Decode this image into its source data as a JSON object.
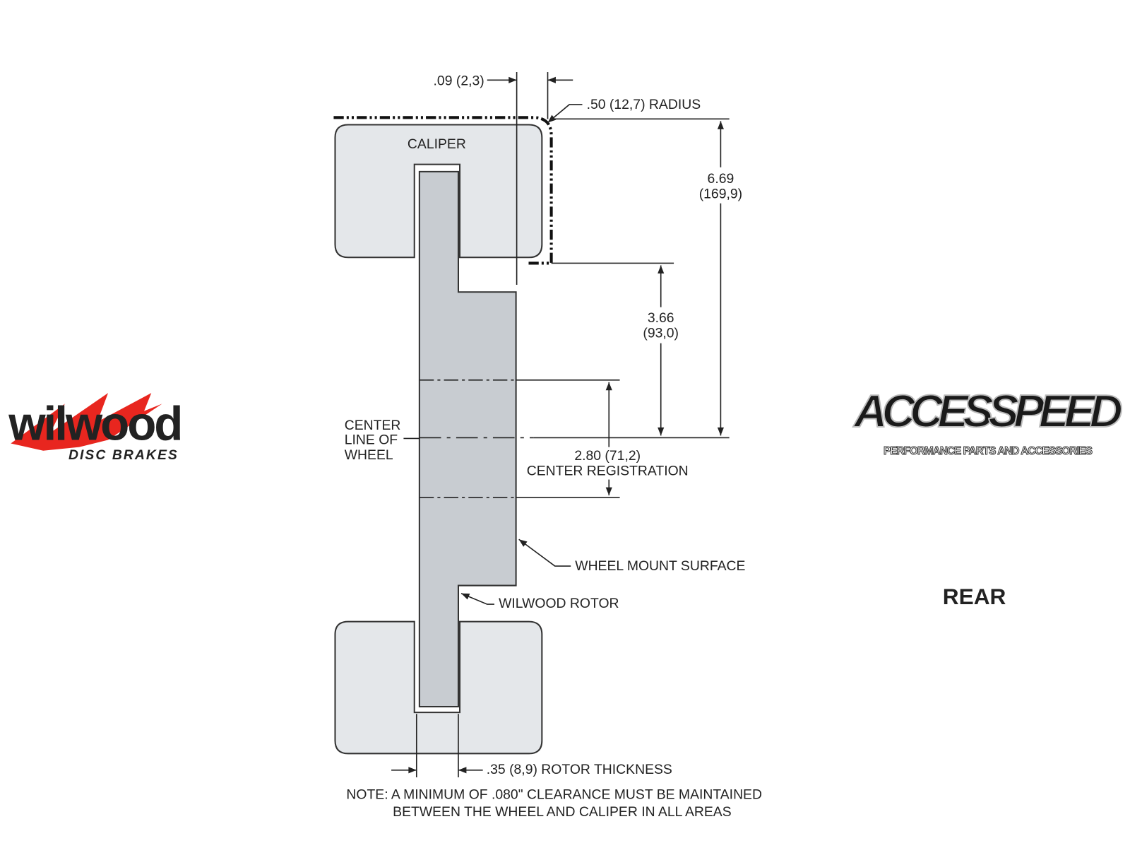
{
  "logos": {
    "left": {
      "name": "wilwood",
      "subtitle": "DISC BRAKES",
      "accent": "#e8261f"
    },
    "right": {
      "name": "ACCESSPEED",
      "subtitle": "PERFORMANCE PARTS AND ACCESSORIES"
    }
  },
  "diagram": {
    "caliper_label": "CALIPER",
    "dim_offset": ".09 (2,3)",
    "dim_radius": ".50 (12,7) RADIUS",
    "dim_total": {
      "value": "6.69",
      "metric": "(169,9)"
    },
    "dim_upper": {
      "value": "3.66",
      "metric": "(93,0)"
    },
    "centerline": [
      "CENTER",
      "LINE OF",
      "WHEEL"
    ],
    "center_registration": {
      "value": "2.80 (71,2)",
      "label": "CENTER REGISTRATION"
    },
    "wheel_mount_label": "WHEEL MOUNT SURFACE",
    "rotor_label": "WILWOOD ROTOR",
    "rotor_thickness": ".35 (8,9) ROTOR THICKNESS",
    "note": [
      "NOTE: A MINIMUM OF .080\" CLEARANCE MUST BE MAINTAINED",
      "BETWEEN THE WHEEL AND CALIPER IN ALL AREAS"
    ],
    "position": "REAR",
    "colors": {
      "caliper": "#e4e7ea",
      "rotor": "#c8ccd1"
    }
  }
}
